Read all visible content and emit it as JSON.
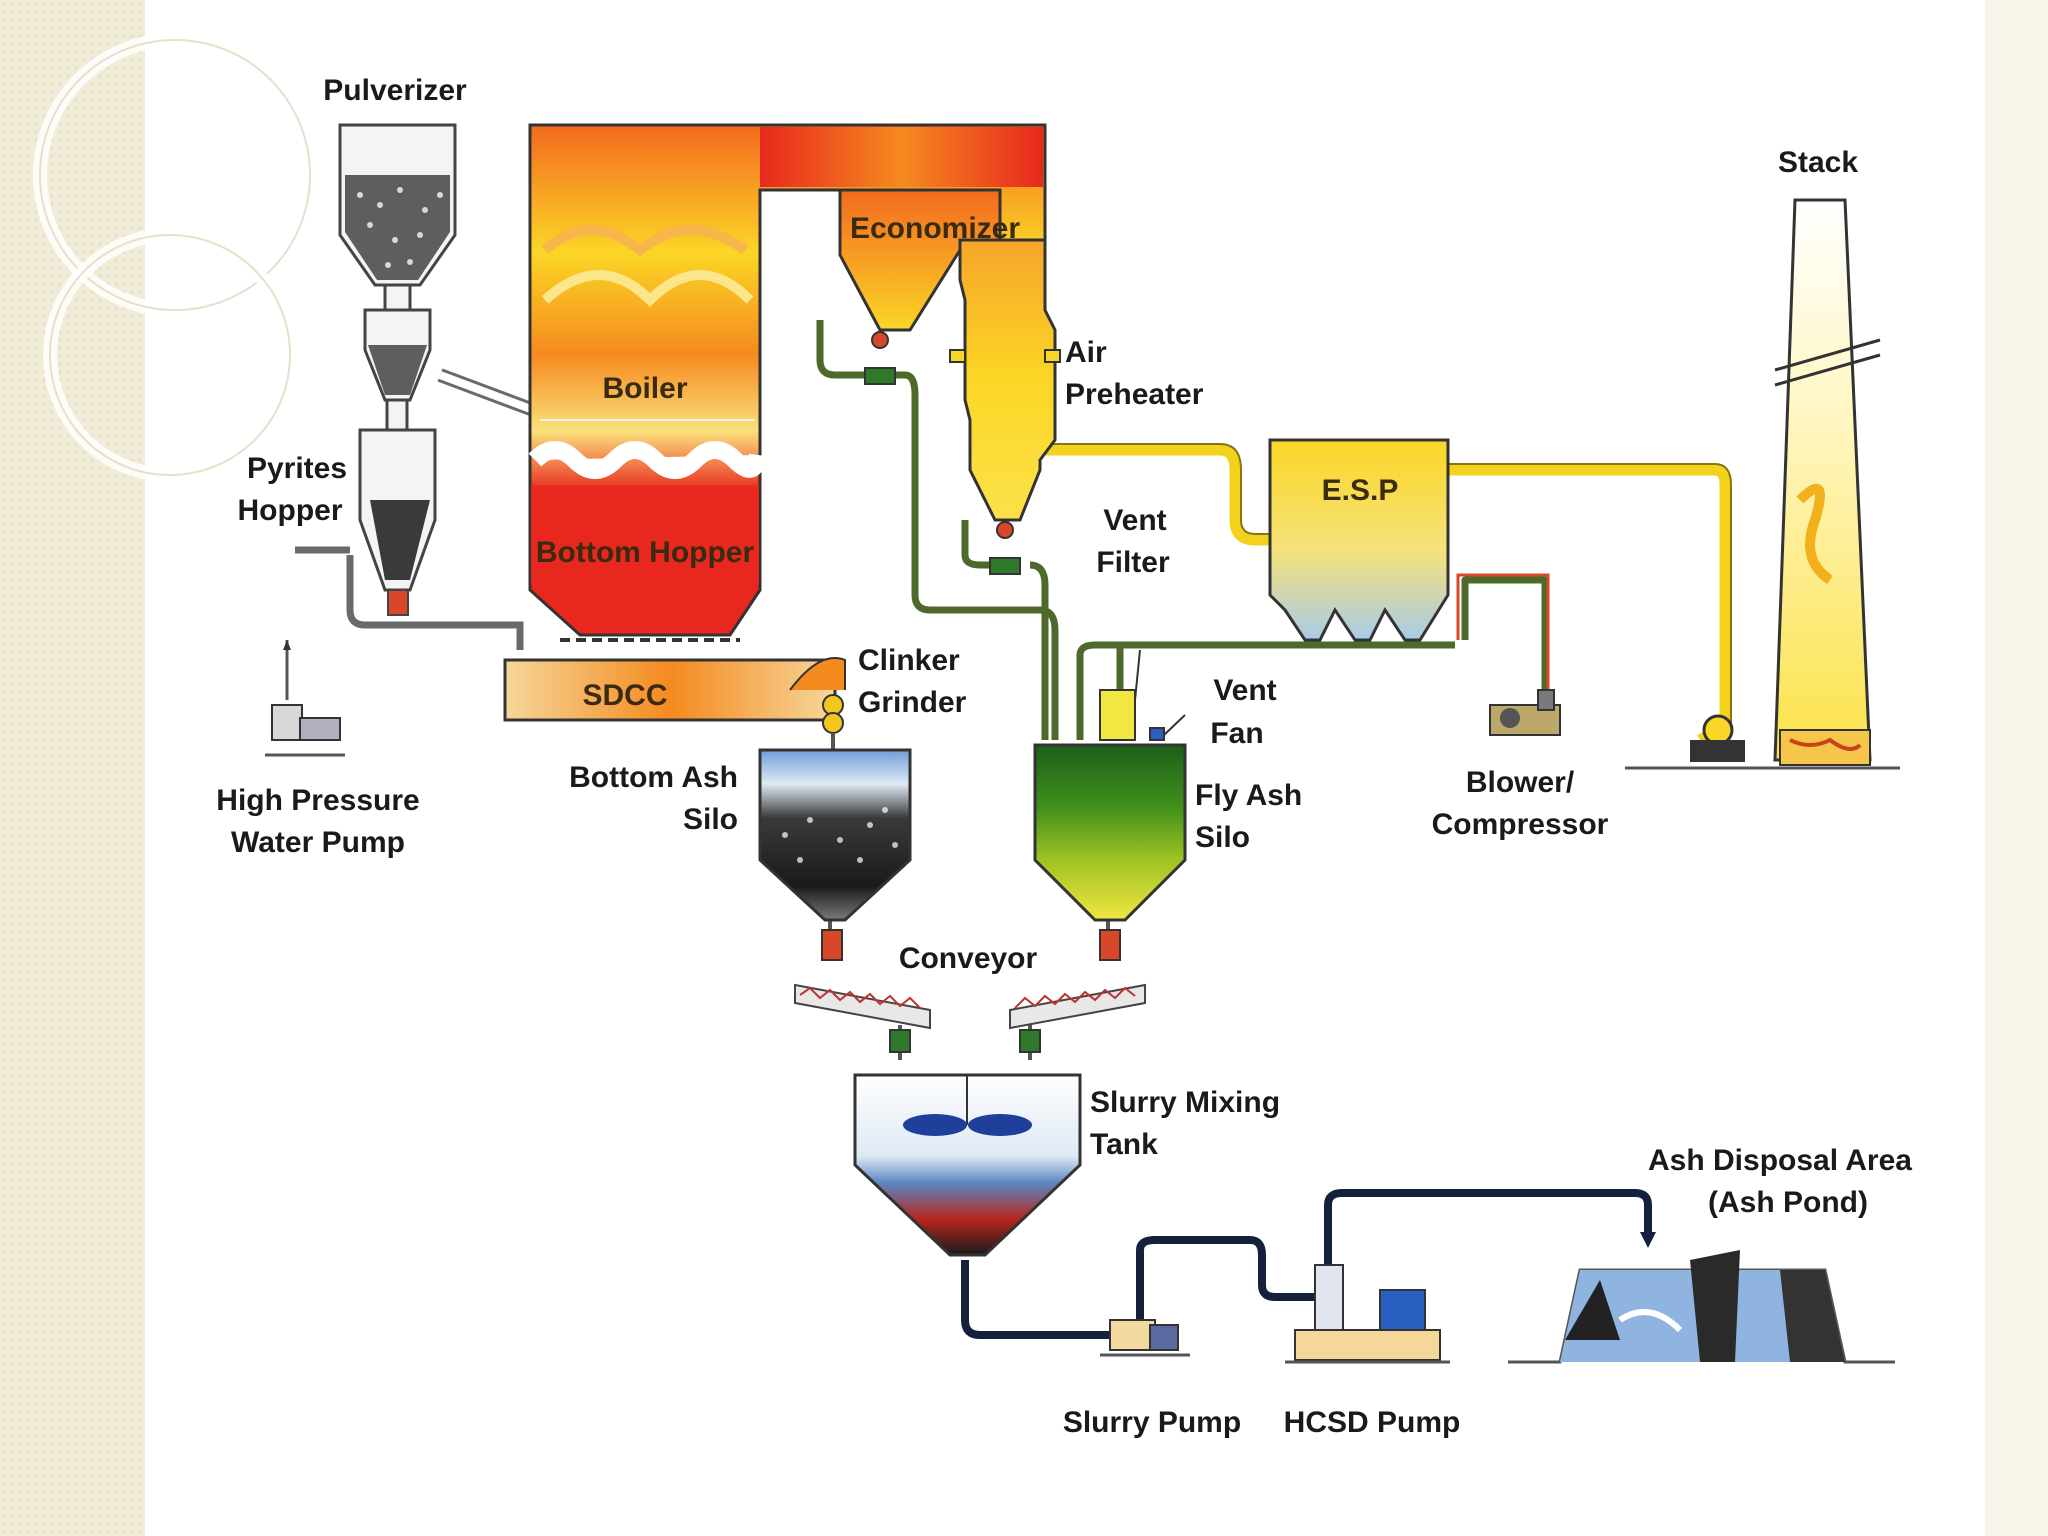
{
  "colors": {
    "slide_border": "#efe9d6",
    "flame_red": "#e8281e",
    "flame_orange": "#f58a1f",
    "flame_yellow": "#fbd626",
    "flue_duct": "#f2d21c",
    "ash_pipe": "#556b2f",
    "slurry_pipe": "#14203c",
    "esp_bottom": "#bcd6ec",
    "fly_ash_green": "#3f8f1c"
  },
  "labels": {
    "pulverizer": "Pulverizer",
    "pyrites_hopper": [
      "Pyrites",
      "Hopper"
    ],
    "boiler": "Boiler",
    "bottom_hopper": "Bottom Hopper",
    "economizer": "Economizer",
    "air_preheater": [
      "Air",
      "Preheater"
    ],
    "esp": "E.S.P",
    "stack": "Stack",
    "vent_filter": [
      "Vent",
      "Filter"
    ],
    "vent_fan": [
      "Vent",
      "Fan"
    ],
    "sdcc": "SDCC",
    "clinker_grinder": [
      "Clinker",
      "Grinder"
    ],
    "high_pressure_water_pump": [
      "High Pressure",
      "Water Pump"
    ],
    "bottom_ash_silo": [
      "Bottom Ash",
      "Silo"
    ],
    "fly_ash_silo": [
      "Fly Ash",
      "Silo"
    ],
    "blower_compressor": [
      "Blower/",
      "Compressor"
    ],
    "conveyor": "Conveyor",
    "slurry_mixing_tank": [
      "Slurry Mixing",
      "Tank"
    ],
    "ash_disposal_area": [
      "Ash Disposal Area",
      "(Ash Pond)"
    ],
    "slurry_pump": "Slurry Pump",
    "hcsd_pump": "HCSD Pump"
  }
}
